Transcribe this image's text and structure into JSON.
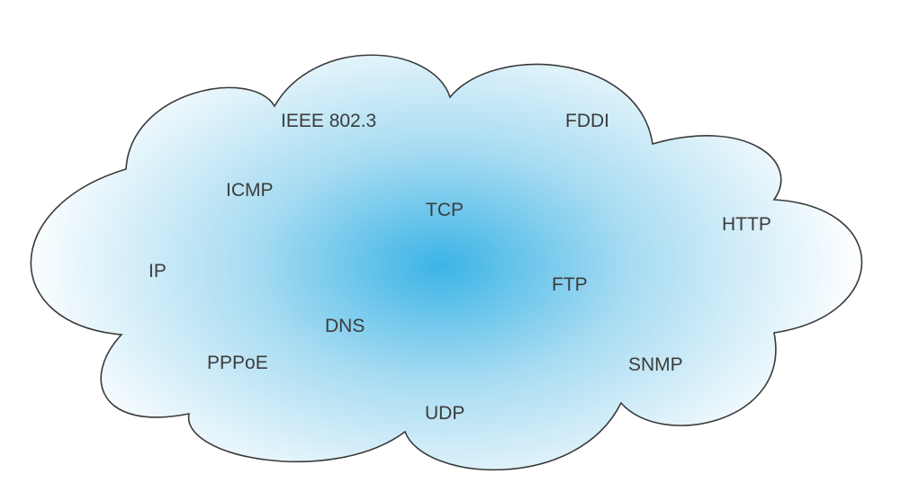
{
  "diagram": {
    "colors": {
      "cloud_center": "#3cb4e6",
      "cloud_mid": "#a8dcf2",
      "cloud_edge": "#ffffff",
      "outline": "#3a3a3a",
      "text": "#3c3c3c"
    },
    "protocols": [
      {
        "id": "ieee",
        "label": "IEEE 802.3"
      },
      {
        "id": "fddi",
        "label": "FDDI"
      },
      {
        "id": "icmp",
        "label": "ICMP"
      },
      {
        "id": "tcp",
        "label": "TCP"
      },
      {
        "id": "http",
        "label": "HTTP"
      },
      {
        "id": "ip",
        "label": "IP"
      },
      {
        "id": "ftp",
        "label": "FTP"
      },
      {
        "id": "dns",
        "label": "DNS"
      },
      {
        "id": "pppoe",
        "label": "PPPoE"
      },
      {
        "id": "snmp",
        "label": "SNMP"
      },
      {
        "id": "udp",
        "label": "UDP"
      }
    ]
  }
}
